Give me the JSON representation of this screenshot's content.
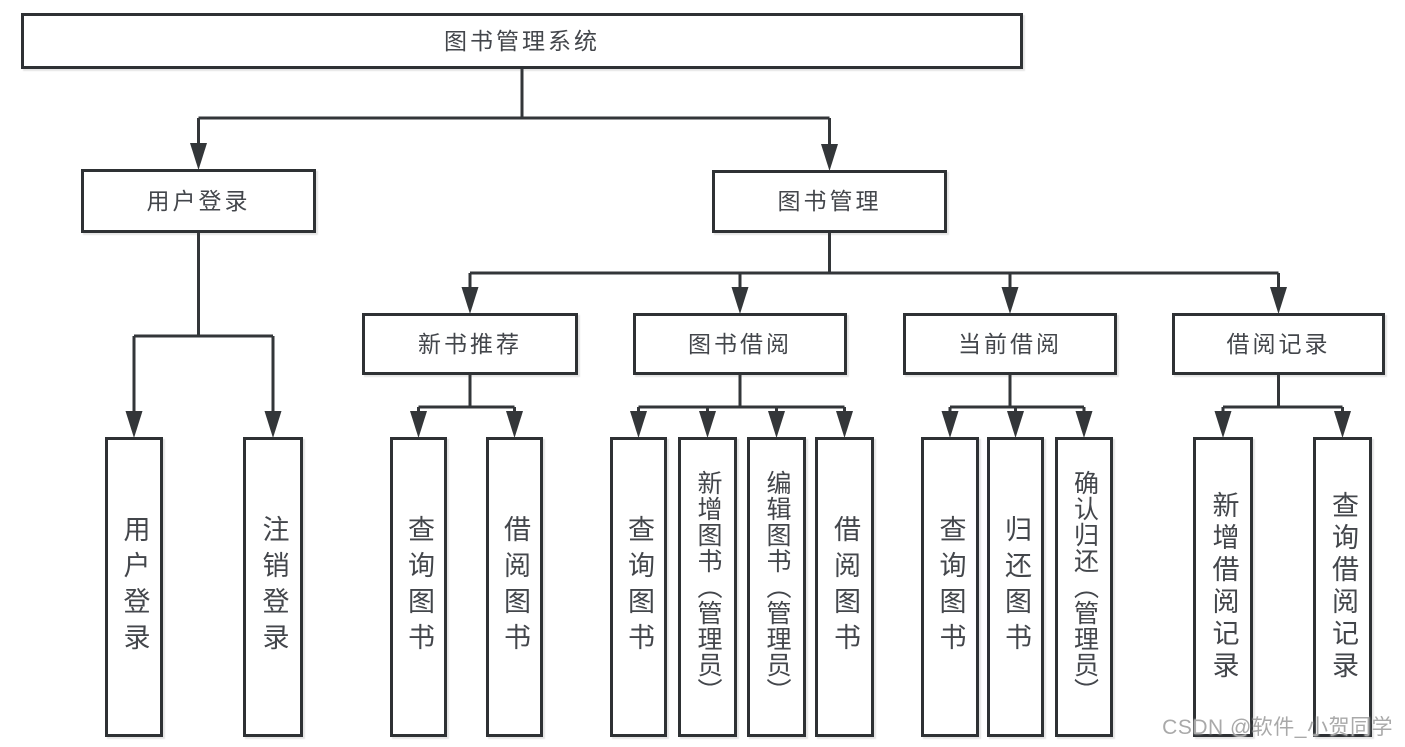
{
  "diagram": {
    "watermark": "CSDN @软件_小贺同学",
    "colors": {
      "background": "#ffffff",
      "line": "#333639",
      "box_border": "#2e3134",
      "text": "#43464b",
      "watermark": "#a9a9a9"
    },
    "nodes": [
      {
        "id": "root",
        "label": "图书管理系统"
      },
      {
        "id": "login",
        "label": "用户登录"
      },
      {
        "id": "mgmt",
        "label": "图书管理"
      },
      {
        "id": "newbook",
        "label": "新书推荐"
      },
      {
        "id": "borrow",
        "label": "图书借阅"
      },
      {
        "id": "current",
        "label": "当前借阅"
      },
      {
        "id": "records",
        "label": "借阅记录"
      },
      {
        "id": "leaf-user-login",
        "label": "用户登录"
      },
      {
        "id": "leaf-logout",
        "label": "注销登录"
      },
      {
        "id": "leaf-nb-query",
        "label": "查询图书"
      },
      {
        "id": "leaf-nb-borrow",
        "label": "借阅图书"
      },
      {
        "id": "leaf-bw-query",
        "label": "查询图书"
      },
      {
        "id": "leaf-bw-add",
        "label": "新增图书（管理员）"
      },
      {
        "id": "leaf-bw-edit",
        "label": "编辑图书（管理员）"
      },
      {
        "id": "leaf-bw-borrow",
        "label": "借阅图书"
      },
      {
        "id": "leaf-cur-query",
        "label": "查询图书"
      },
      {
        "id": "leaf-cur-return",
        "label": "归还图书"
      },
      {
        "id": "leaf-cur-confirm",
        "label": "确认归还（管理员）"
      },
      {
        "id": "leaf-rec-add",
        "label": "新增借阅记录"
      },
      {
        "id": "leaf-rec-query",
        "label": "查询借阅记录"
      }
    ],
    "edges": [
      {
        "from": "root",
        "to": [
          "login",
          "mgmt"
        ]
      },
      {
        "from": "login",
        "to": [
          "leaf-user-login",
          "leaf-logout"
        ]
      },
      {
        "from": "mgmt",
        "to": [
          "newbook",
          "borrow",
          "current",
          "records"
        ]
      },
      {
        "from": "newbook",
        "to": [
          "leaf-nb-query",
          "leaf-nb-borrow"
        ]
      },
      {
        "from": "borrow",
        "to": [
          "leaf-bw-query",
          "leaf-bw-add",
          "leaf-bw-edit",
          "leaf-bw-borrow"
        ]
      },
      {
        "from": "current",
        "to": [
          "leaf-cur-query",
          "leaf-cur-return",
          "leaf-cur-confirm"
        ]
      },
      {
        "from": "records",
        "to": [
          "leaf-rec-add",
          "leaf-rec-query"
        ]
      }
    ]
  }
}
